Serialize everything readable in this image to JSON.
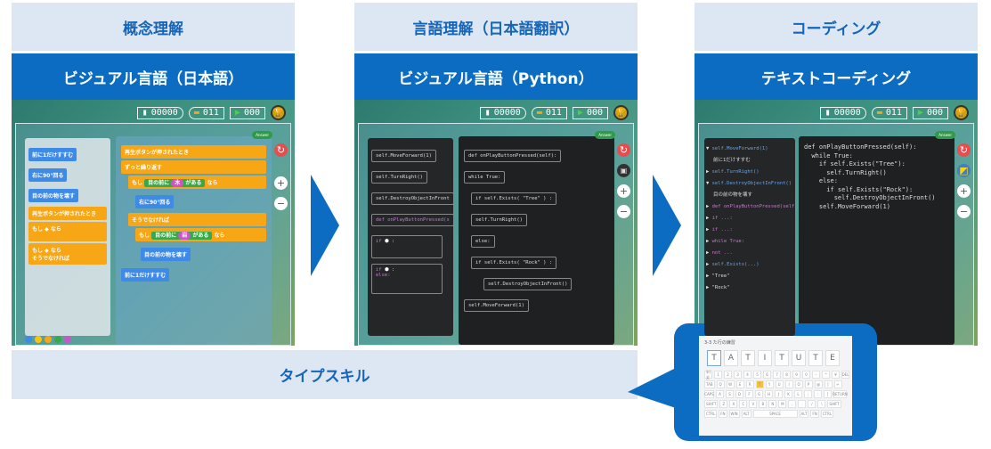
{
  "columns": [
    {
      "category": "概念理解",
      "title": "ビジュアル言語（日本語）"
    },
    {
      "category": "言語理解（日本語翻訳）",
      "title": "ビジュアル言語（Python）"
    },
    {
      "category": "コーディング",
      "title": "テキストコーディング"
    }
  ],
  "hud": {
    "battery": "00000",
    "blocks": "011",
    "play": "000"
  },
  "answer_label": "Answer",
  "jp": {
    "palette": [
      "前に1だけすすむ",
      "右に90°回る",
      "目の前の物を壊す",
      "再生ボタンが押されたとき",
      "もし",
      "なら",
      "もし",
      "なら",
      "そうでなければ"
    ],
    "ws": {
      "event": "再生ボタンが押されたとき",
      "loop": "ずっと繰り返す",
      "if1": "もし",
      "cond1a": "目の前に",
      "obj1": "木",
      "cond1b": "がある",
      "then1": "なら",
      "turn": "右に90°回る",
      "else": "そうでなければ",
      "if2": "もし",
      "cond2a": "目の前に",
      "obj2": "岩",
      "cond2b": "がある",
      "then2": "なら",
      "destroy": "目の前の物を壊す",
      "forward": "前に1だけすすむ"
    },
    "dot_colors": [
      "#3d8be6",
      "#f7c316",
      "#f7a616",
      "#39a84a",
      "#c858c8"
    ]
  },
  "py": {
    "palette": [
      "self.MoveForward(1)",
      "self.TurnRight()",
      "self.DestroyObjectInFront",
      "def onPlayButtonPressed(s",
      "if",
      "if",
      "else:"
    ],
    "ws": [
      "def onPlayButtonPressed(self):",
      "while True:",
      "if self.Exists( \"Tree\" ) :",
      "self.TurnRight()",
      "else:",
      "if self.Exists( \"Rock\" ) :",
      "self.DestroyObjectInFront()",
      "self.MoveForward(1)"
    ]
  },
  "text": {
    "tree": [
      "self.MoveForward(1)",
      "前に1だけすすむ",
      "self.TurnRight()",
      "self.DestroyObjectInFront()",
      "目の前の物を壊す",
      "def onPlayButtonPressed(self",
      "if ...:",
      "if ...:",
      "while True:",
      "not ...",
      "self.Exists(...)",
      "\"Tree\"",
      "\"Rock\""
    ],
    "code": "def onPlayButtonPressed(self):\n  while True:\n    if self.Exists(\"Tree\"):\n      self.TurnRight()\n    else:\n      if self.Exists(\"Rock\"):\n        self.DestroyObjectInFront()\n    self.MoveForward(1)"
  },
  "typing": {
    "label": "タイプスキル",
    "lesson": "3-3 た行の練習",
    "tiles": [
      "T",
      "A",
      "T",
      "I",
      "T",
      "U",
      "T",
      "E"
    ],
    "rows": [
      [
        "半/全",
        "1",
        "2",
        "3",
        "4",
        "5",
        "6",
        "7",
        "8",
        "9",
        "0",
        "-",
        "^",
        "¥",
        "DEL"
      ],
      [
        "TAB",
        "Q",
        "W",
        "E",
        "R",
        "T",
        "Y",
        "U",
        "I",
        "O",
        "P",
        "@",
        "[",
        "↵"
      ],
      [
        "CAPS",
        "A",
        "S",
        "D",
        "F",
        "G",
        "H",
        "J",
        "K",
        "L",
        ";",
        ":",
        "]",
        "RETURN"
      ],
      [
        "SHIFT",
        "Z",
        "X",
        "C",
        "V",
        "B",
        "N",
        "M",
        ",",
        ".",
        "/",
        "\\",
        "SHIFT"
      ],
      [
        "CTRL",
        "FN",
        "WIN",
        "ALT",
        "SPACE",
        "ALT",
        "FN",
        "CTRL"
      ]
    ],
    "highlight_key": "T"
  }
}
